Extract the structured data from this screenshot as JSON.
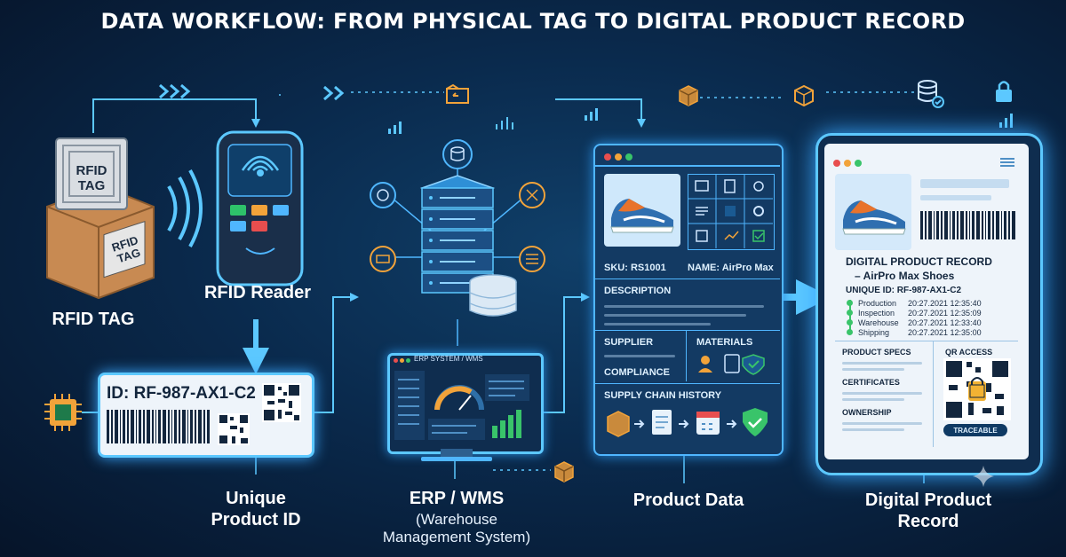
{
  "title": "DATA WORKFLOW: FROM PHYSICAL TAG TO DIGITAL PRODUCT RECORD",
  "stages": {
    "rfid_tag": "RFID TAG",
    "rfid_reader": "RFID Reader",
    "unique_id": {
      "line1": "Unique",
      "line2": "Product ID"
    },
    "erp": {
      "line1": "ERP / WMS",
      "line2": "(Warehouse",
      "line3": "Management System)"
    },
    "product_data": "Product Data",
    "dpr": {
      "line1": "Digital Product",
      "line2": "Record"
    }
  },
  "tag": {
    "line1": "RFID",
    "line2": "TAG",
    "box_line1": "RFID",
    "box_line2": "TAG"
  },
  "id_card": {
    "text": "ID: RF-987-AX1-C2"
  },
  "erp_screen": {
    "label": "ERP SYSTEM / WMS"
  },
  "product_panel": {
    "sku": "SKU: RS1001",
    "name": "NAME: AirPro Max",
    "description": "DESCRIPTION",
    "supplier": "SUPPLIER",
    "materials": "MATERIALS",
    "compliance": "COMPLIANCE",
    "supply_chain": "SUPPLY CHAIN HISTORY"
  },
  "dpr_panel": {
    "heading_line1": "DIGITAL PRODUCT RECORD",
    "heading_line2": "– AirPro Max Shoes",
    "unique_id": "UNIQUE ID: RF-987-AX1-C2",
    "timeline": [
      {
        "step": "Production",
        "time": "20:27.2021 12:35:40"
      },
      {
        "step": "Inspection",
        "time": "20:27.2021 12:35:09"
      },
      {
        "step": "Warehouse",
        "time": "20:27.2021 12:33:40"
      },
      {
        "step": "Shipping",
        "time": "20:27.2021 12:35:00"
      }
    ],
    "product_specs": "PRODUCT SPECS",
    "certificates": "CERTIFICATES",
    "ownership": "OWNERSHIP",
    "qr_access": "QR ACCESS",
    "traceable": "TRACEABLE"
  },
  "colors": {
    "accent": "#4fb6ff",
    "orange": "#f2a33a",
    "green": "#39c46a",
    "background": "#07182e"
  }
}
